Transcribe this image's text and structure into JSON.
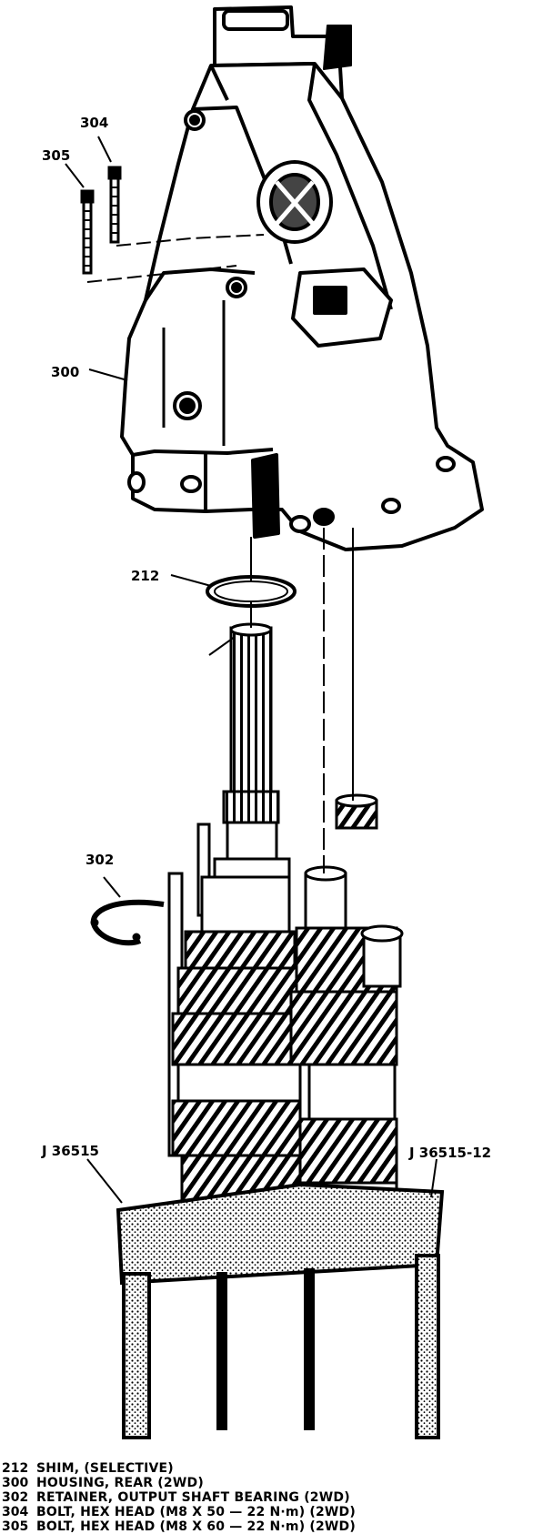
{
  "callouts": {
    "c304": "304",
    "c305": "305",
    "c300": "300",
    "c212": "212",
    "c302": "302",
    "tool_left": "J 36515",
    "tool_right": "J 36515-12"
  },
  "legend": [
    {
      "num": "212",
      "desc": "SHIM, (SELECTIVE)"
    },
    {
      "num": "300",
      "desc": "HOUSING, REAR (2WD)"
    },
    {
      "num": "302",
      "desc": "RETAINER, OUTPUT SHAFT BEARING (2WD)"
    },
    {
      "num": "304",
      "desc": "BOLT, HEX HEAD (M8 X 50 — 22 N·m) (2WD)"
    },
    {
      "num": "305",
      "desc": "BOLT, HEX HEAD (M8 X 60 — 22 N·m) (2WD)"
    }
  ],
  "colors": {
    "ink": "#000000",
    "paper": "#ffffff",
    "shade": "#444444"
  }
}
